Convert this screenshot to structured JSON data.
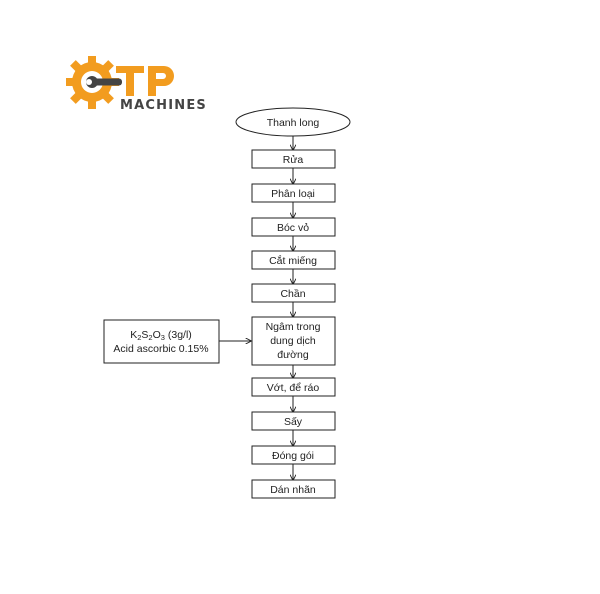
{
  "logo": {
    "letters": "CTP",
    "name": "MACHINES",
    "colors": {
      "primary": "#f29c1f",
      "text": "#444444"
    }
  },
  "flowchart": {
    "start": "Thanh long",
    "steps": [
      "Rửa",
      "Phân loại",
      "Bóc vỏ",
      "Cắt miếng",
      "Chần"
    ],
    "soak": [
      "Ngâm trong",
      "dung dịch",
      "đường"
    ],
    "after": [
      "Vớt, để ráo",
      "Sấy",
      "Đóng gói",
      "Dán nhãn"
    ],
    "additive": {
      "chem_base": "K",
      "chem_sub1": "2",
      "chem_mid": "S",
      "chem_sub2": "2",
      "chem_o": "O",
      "chem_sub3": "3",
      "chem_conc": " (3g/l)",
      "line2": "Acid ascorbic 0.15%"
    },
    "colors": {
      "stroke": "#222222",
      "fill": "#ffffff",
      "text": "#222222"
    }
  }
}
